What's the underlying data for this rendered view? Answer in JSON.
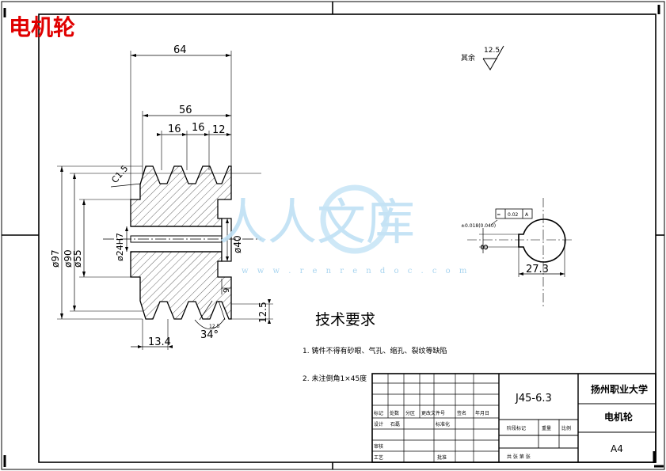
{
  "title": "电机轮",
  "watermark": {
    "text": "人人文库",
    "url": "w w w . r e n r e n d o c . c o m"
  },
  "surface_finish": {
    "label": "其余",
    "value": "12.5"
  },
  "dimensions": {
    "width_total": "64",
    "width_hub": "56",
    "groove_pitch_1": "16",
    "groove_pitch_2": "16",
    "groove_edge": "12",
    "dia_97": "ø97",
    "dia_90": "ø90",
    "dia_55": "ø55",
    "bore": "ø24H7",
    "dia_40": "ø40",
    "chamfer": "C1.5",
    "key_width": "9",
    "groove_depth": "12.5",
    "groove_angle": "34°",
    "offset_13_4": "13.4",
    "key_depth": "27.3",
    "key_slot": "8",
    "section_roughness": "12.5"
  },
  "key_view": {
    "tolerance_note": "±0.018(0.040)",
    "frame_sym": "═",
    "frame_val": "0.02",
    "frame_ref": "A"
  },
  "tech_requirements": {
    "heading": "技术要求",
    "item1": "1. 铸件不得有砂眼、气孔、缩孔、裂纹等缺陷",
    "item2": "2. 未注倒角1×45度"
  },
  "title_block": {
    "drawing_no": "J45-6.3",
    "school": "扬州职业大学",
    "part_name": "电机轮",
    "paper_size": "A4",
    "mark_label": "标记",
    "count_label": "处数",
    "zone_label": "分区",
    "doc_label": "更改文件号",
    "sign_label": "签名",
    "date_label": "年月日",
    "design_label": "设计",
    "designer": "石磊",
    "standard_label": "标准化",
    "stage_label": "阶段标记",
    "weight_label": "重量",
    "scale_label": "比例",
    "review_label": "审核",
    "process_label": "工艺",
    "approve_label": "批准",
    "sheets_label": "共 张 第 张"
  }
}
